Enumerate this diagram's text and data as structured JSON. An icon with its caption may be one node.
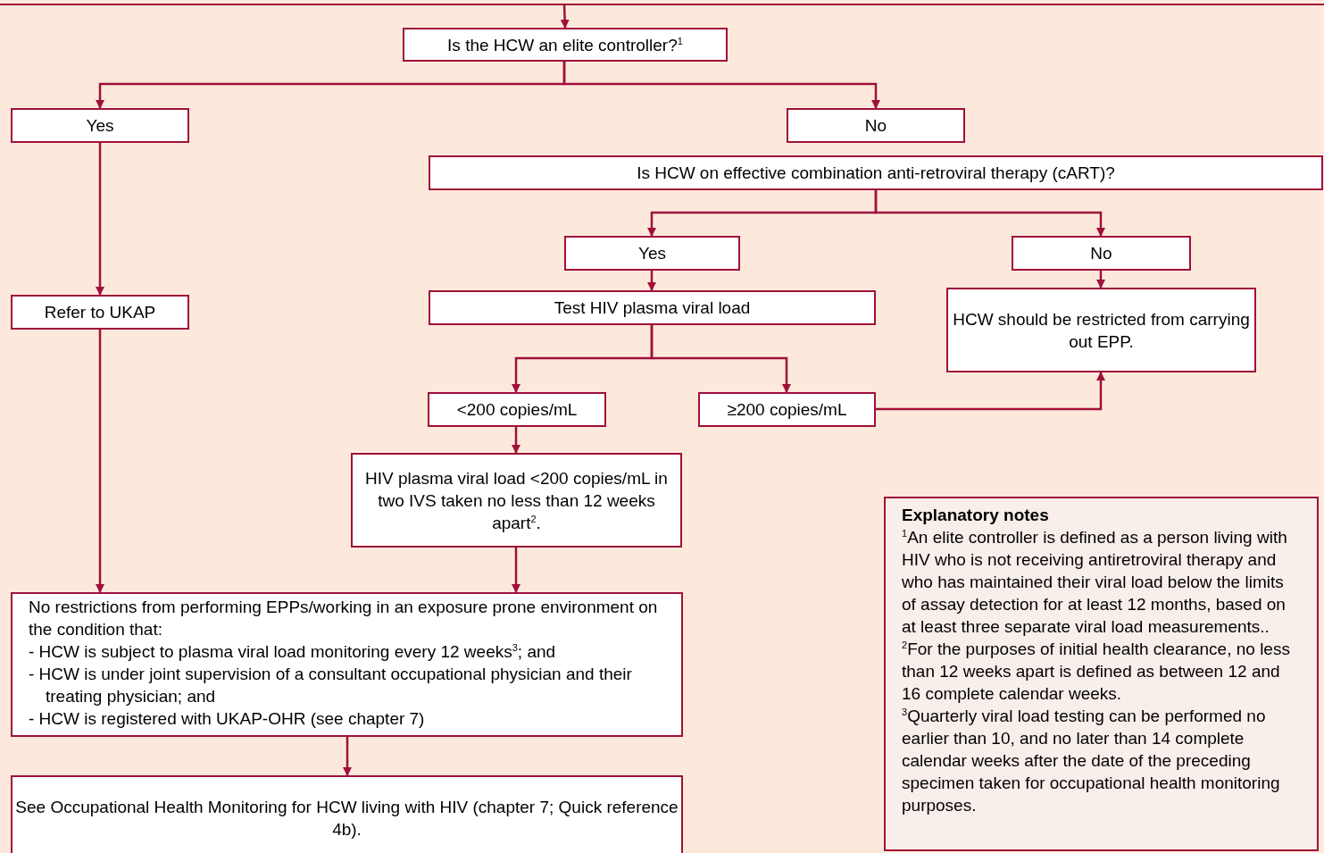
{
  "diagram": {
    "nodes": [
      {
        "text": [
          "Is the HCW an elite controller?$^{1}$"
        ]
      },
      {
        "text": [
          "Yes"
        ]
      },
      {
        "text": [
          "No"
        ]
      },
      {
        "text": [
          "Is HCW on effective combination anti-retroviral therapy (cART)?"
        ]
      },
      {
        "text": [
          "Yes"
        ]
      },
      {
        "text": [
          "No"
        ]
      },
      {
        "text": [
          "Refer to UKAP"
        ]
      },
      {
        "text": [
          "Test HIV plasma viral load"
        ]
      },
      {
        "text": [
          "HCW should be restricted from carrying out EPP."
        ]
      },
      {
        "text": [
          "<200 copies/mL"
        ]
      },
      {
        "text": [
          "≥200 copies/mL"
        ]
      },
      {
        "text": [
          "HIV plasma viral load <200 copies/mL in two IVS taken no less than 12 weeks apart$^{2}$."
        ]
      },
      {
        "text": [
          "No restrictions from performing EPPs/working in an exposure prone environment on the condition that:",
          "- HCW is subject to plasma viral load monitoring every 12 weeks$^{3}$; and",
          "- HCW is under joint supervision of a consultant occupational physician and their treating physician; and",
          "- HCW is registered with UKAP-OHR (see chapter 7)"
        ]
      },
      {
        "text": [
          "See Occupational Health Monitoring for HCW living with HIV (chapter 7; Quick reference 4b)."
        ]
      },
      {
        "text": [
          "Explanatory notes",
          "$^{1}$An elite controller is defined as a person living with HIV who is not receiving antiretroviral therapy and who has maintained their viral load below the limits of assay detection for at least 12 months, based on at least three separate viral load measurements..",
          "$^{2}$For the purposes of initial health clearance, no less than 12 weeks apart is defined as between 12 and 16 complete calendar weeks.",
          "$^{3}$Quarterly viral load testing can be performed no earlier than 10, and no later than 14 complete calendar weeks after the date of the preceding specimen taken for occupational health monitoring purposes."
        ]
      }
    ],
    "edges": [
      {
        "from": null,
        "to": 0,
        "arrow": "to"
      },
      {
        "from": 0,
        "to": 1,
        "arrow": "to"
      },
      {
        "from": 0,
        "to": 2,
        "arrow": "to"
      },
      {
        "from": 1,
        "to": 6,
        "arrow": "to"
      },
      {
        "from": 3,
        "to": 4,
        "arrow": "to"
      },
      {
        "from": 3,
        "to": 5,
        "arrow": "to"
      },
      {
        "from": 4,
        "to": 7,
        "arrow": "to"
      },
      {
        "from": 5,
        "to": 8,
        "arrow": "to"
      },
      {
        "from": 7,
        "to": 9,
        "arrow": "to"
      },
      {
        "from": 7,
        "to": 10,
        "arrow": "to"
      },
      {
        "from": 9,
        "to": 11,
        "arrow": "to"
      },
      {
        "from": 10,
        "to": 8,
        "arrow": "to"
      },
      {
        "from": 6,
        "to": 12,
        "arrow": "to"
      },
      {
        "from": 11,
        "to": 12,
        "arrow": "to"
      },
      {
        "from": 12,
        "to": 13,
        "arrow": "to"
      }
    ]
  }
}
